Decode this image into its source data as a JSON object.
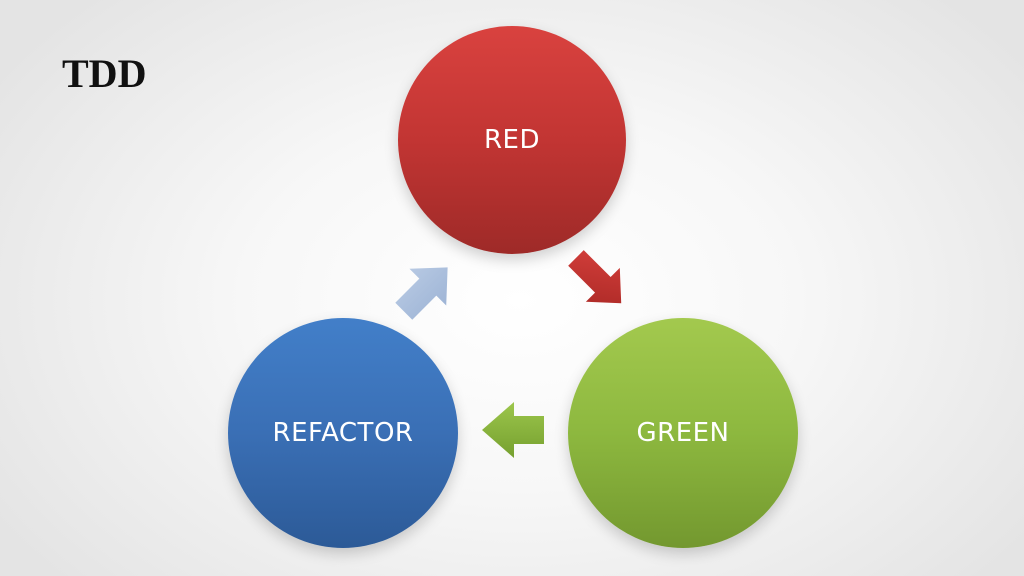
{
  "slide": {
    "title": "TDD"
  },
  "cycle": {
    "steps": [
      {
        "label": "RED",
        "color": "#c23533"
      },
      {
        "label": "GREEN",
        "color": "#8db83f"
      },
      {
        "label": "REFACTOR",
        "color": "#3a6fb5"
      }
    ],
    "arrow_colors": {
      "red_to_green": "#c6302d",
      "green_to_refactor": "#86b43e",
      "refactor_to_red": "#a9bedc"
    }
  }
}
